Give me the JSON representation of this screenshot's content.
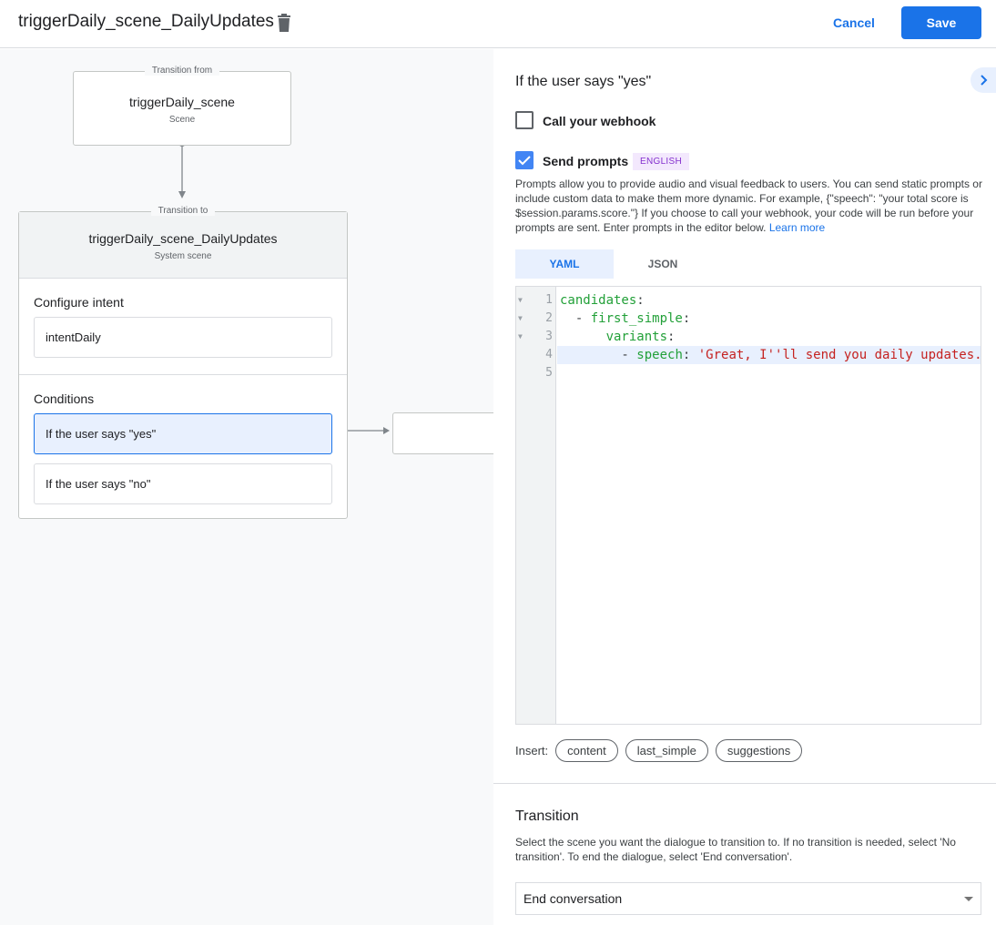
{
  "header": {
    "title": "triggerDaily_scene_DailyUpdates",
    "cancel": "Cancel",
    "save": "Save"
  },
  "canvas": {
    "from": {
      "legend": "Transition from",
      "name": "triggerDaily_scene",
      "type": "Scene"
    },
    "to": {
      "legend": "Transition to",
      "name": "triggerDaily_scene_DailyUpdates",
      "type": "System scene",
      "intent_title": "Configure intent",
      "intent": "intentDaily",
      "conditions_title": "Conditions",
      "conditions": [
        "If the user says \"yes\"",
        "If the user says \"no\""
      ]
    }
  },
  "panel": {
    "title": "If the user says \"yes\"",
    "webhook": {
      "label": "Call your webhook",
      "checked": false
    },
    "prompts": {
      "label": "Send prompts",
      "checked": true,
      "badge": "ENGLISH"
    },
    "description": "Prompts allow you to provide audio and visual feedback to users. You can send static prompts or include custom data to make them more dynamic. For example, {\"speech\": \"your total score is $session.params.score.\"} If you choose to call your webhook, your code will be run before your prompts are sent. Enter prompts in the editor below.",
    "learn_more": "Learn more",
    "tabs": [
      "YAML",
      "JSON"
    ],
    "active_tab": "YAML",
    "lines": [
      "1",
      "2",
      "3",
      "4",
      "5"
    ],
    "code": {
      "l1k": "candidates",
      "l2k": "first_simple",
      "l3k": "variants",
      "l4k": "speech",
      "l4v": "'Great, I''ll send you daily updates.'"
    },
    "insert_label": "Insert:",
    "chips": [
      "content",
      "last_simple",
      "suggestions"
    ],
    "transition": {
      "title": "Transition",
      "description": "Select the scene you want the dialogue to transition to. If no transition is needed, select 'No transition'. To end the dialogue, select 'End conversation'.",
      "value": "End conversation"
    }
  },
  "colors": {
    "accent": "#1a73e8",
    "badge": "#8430ce",
    "key": "#22a038",
    "string": "#c5221f"
  }
}
